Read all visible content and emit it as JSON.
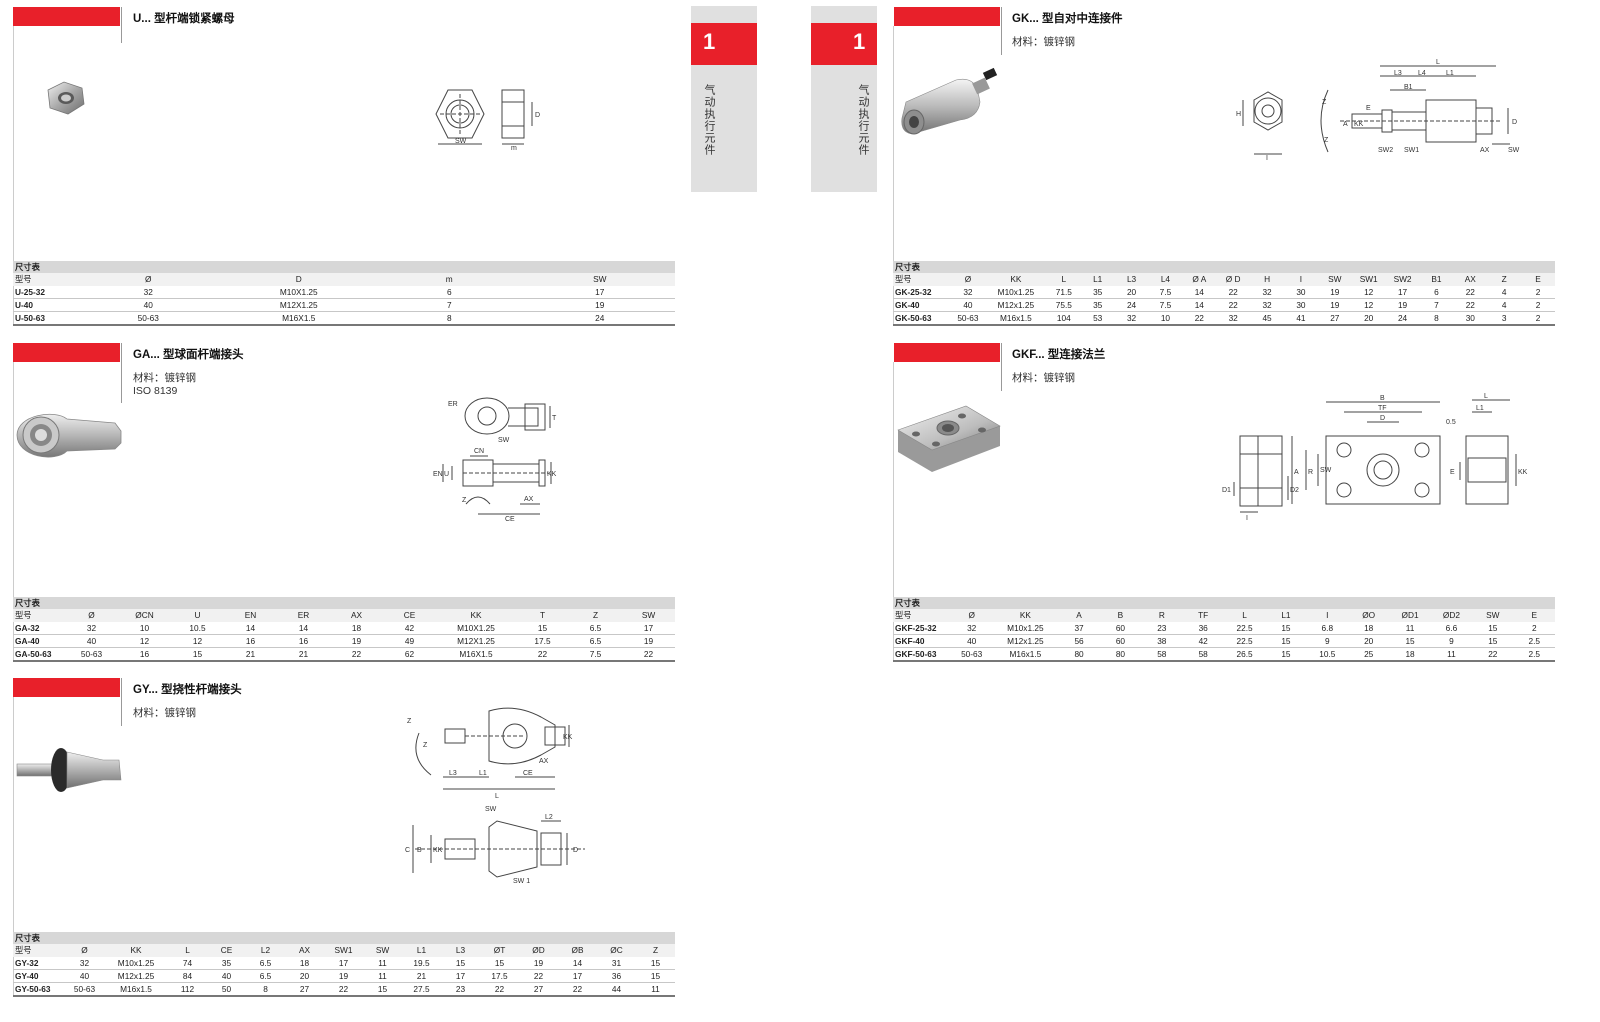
{
  "tabs": [
    {
      "number": "1",
      "label": "气动执行元件"
    },
    {
      "number": "1",
      "label": "气动执行元件"
    }
  ],
  "table_caption": "尺寸表",
  "sections": {
    "u": {
      "title": "U... 型杆端锁紧螺母",
      "headers": [
        "型号",
        "Ø",
        "D",
        "m",
        "SW"
      ],
      "rows": [
        [
          "U-25-32",
          "32",
          "M10X1.25",
          "6",
          "17"
        ],
        [
          "U-40",
          "40",
          "M12X1.25",
          "7",
          "19"
        ],
        [
          "U-50-63",
          "50-63",
          "M16X1.5",
          "8",
          "24"
        ]
      ]
    },
    "ga": {
      "title": "GA... 型球面杆端接头",
      "material": "材料：镀锌钢",
      "standard": "ISO 8139",
      "headers": [
        "型号",
        "Ø",
        "ØCN",
        "U",
        "EN",
        "ER",
        "AX",
        "CE",
        "KK",
        "T",
        "Z",
        "SW"
      ],
      "rows": [
        [
          "GA-32",
          "32",
          "10",
          "10.5",
          "14",
          "14",
          "18",
          "42",
          "M10X1.25",
          "15",
          "6.5",
          "17"
        ],
        [
          "GA-40",
          "40",
          "12",
          "12",
          "16",
          "16",
          "19",
          "49",
          "M12X1.25",
          "17.5",
          "6.5",
          "19"
        ],
        [
          "GA-50-63",
          "50-63",
          "16",
          "15",
          "21",
          "21",
          "22",
          "62",
          "M16X1.5",
          "22",
          "7.5",
          "22"
        ]
      ]
    },
    "gy": {
      "title": "GY... 型挠性杆端接头",
      "material": "材料：镀锌钢",
      "headers": [
        "型号",
        "Ø",
        "KK",
        "L",
        "CE",
        "L2",
        "AX",
        "SW1",
        "SW",
        "L1",
        "L3",
        "ØT",
        "ØD",
        "ØB",
        "ØC",
        "Z"
      ],
      "rows": [
        [
          "GY-32",
          "32",
          "M10x1.25",
          "74",
          "35",
          "6.5",
          "18",
          "17",
          "11",
          "19.5",
          "15",
          "15",
          "19",
          "14",
          "31",
          "15"
        ],
        [
          "GY-40",
          "40",
          "M12x1.25",
          "84",
          "40",
          "6.5",
          "20",
          "19",
          "11",
          "21",
          "17",
          "17.5",
          "22",
          "17",
          "36",
          "15"
        ],
        [
          "GY-50-63",
          "50-63",
          "M16x1.5",
          "112",
          "50",
          "8",
          "27",
          "22",
          "15",
          "27.5",
          "23",
          "22",
          "27",
          "22",
          "44",
          "11"
        ]
      ]
    },
    "gk": {
      "title": "GK... 型自对中连接件",
      "material": "材料：镀锌钢",
      "headers": [
        "型号",
        "Ø",
        "KK",
        "L",
        "L1",
        "L3",
        "L4",
        "Ø A",
        "Ø D",
        "H",
        "I",
        "SW",
        "SW1",
        "SW2",
        "B1",
        "AX",
        "Z",
        "E"
      ],
      "rows": [
        [
          "GK-25-32",
          "32",
          "M10x1.25",
          "71.5",
          "35",
          "20",
          "7.5",
          "14",
          "22",
          "32",
          "30",
          "19",
          "12",
          "17",
          "6",
          "22",
          "4",
          "2"
        ],
        [
          "GK-40",
          "40",
          "M12x1.25",
          "75.5",
          "35",
          "24",
          "7.5",
          "14",
          "22",
          "32",
          "30",
          "19",
          "12",
          "19",
          "7",
          "22",
          "4",
          "2"
        ],
        [
          "GK-50-63",
          "50-63",
          "M16x1.5",
          "104",
          "53",
          "32",
          "10",
          "22",
          "32",
          "45",
          "41",
          "27",
          "20",
          "24",
          "8",
          "30",
          "3",
          "2"
        ]
      ]
    },
    "gkf": {
      "title": "GKF... 型连接法兰",
      "material": "材料：镀锌钢",
      "headers": [
        "型号",
        "Ø",
        "KK",
        "A",
        "B",
        "R",
        "TF",
        "L",
        "L1",
        "I",
        "ØO",
        "ØD1",
        "ØD2",
        "SW",
        "E"
      ],
      "rows": [
        [
          "GKF-25-32",
          "32",
          "M10x1.25",
          "37",
          "60",
          "23",
          "36",
          "22.5",
          "15",
          "6.8",
          "18",
          "11",
          "6.6",
          "15",
          "2"
        ],
        [
          "GKF-40",
          "40",
          "M12x1.25",
          "56",
          "60",
          "38",
          "42",
          "22.5",
          "15",
          "9",
          "20",
          "15",
          "9",
          "15",
          "2.5"
        ],
        [
          "GKF-50-63",
          "50-63",
          "M16x1.5",
          "80",
          "80",
          "58",
          "58",
          "26.5",
          "15",
          "10.5",
          "25",
          "18",
          "11",
          "22",
          "2.5"
        ]
      ]
    }
  },
  "drawing_labels": {
    "u": [
      "SW",
      "m",
      "D"
    ],
    "ga": [
      "ER",
      "T",
      "SW",
      "CN",
      "EN",
      "U",
      "KK",
      "Z",
      "AX",
      "CE"
    ],
    "gy_top": [
      "Z",
      "Z",
      "KK",
      "L3",
      "L1",
      "CE",
      "AX",
      "L"
    ],
    "gy_bottom": [
      "SW",
      "L2",
      "C",
      "B",
      "KK",
      "D",
      "SW 1"
    ],
    "gk": [
      "L",
      "L3",
      "L4",
      "L1",
      "B1",
      "Z",
      "H",
      "Z",
      "A",
      "KK",
      "E",
      "SW2",
      "SW1",
      "AX",
      "SW",
      "D",
      "I"
    ],
    "gkf": [
      "B",
      "TF",
      "D",
      "L",
      "0.5",
      "L1",
      "D1",
      "D2",
      "A",
      "R",
      "SW",
      "KK",
      "E",
      "I"
    ]
  }
}
